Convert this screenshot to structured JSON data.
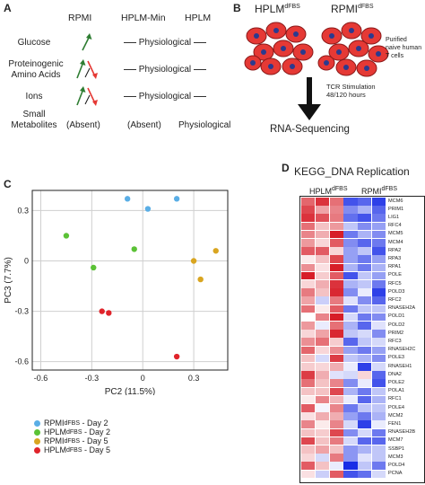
{
  "panel_a": {
    "letter": "A",
    "headers": [
      "RPMI",
      "HPLM-Min",
      "HPLM"
    ],
    "rows": [
      {
        "label": "Glucose",
        "arrows": "up",
        "hplm_min": "Physiological",
        "hplm": ""
      },
      {
        "label": "Proteinogenic\nAmino Acids",
        "arrows": "up-down",
        "hplm_min": "Physiological",
        "hplm": ""
      },
      {
        "label": "Ions",
        "arrows": "up-down",
        "hplm_min": "Physiological",
        "hplm": ""
      },
      {
        "label": "Small\nMetabolites",
        "rpmi_text": "(Absent)",
        "hplm_min": "(Absent)",
        "hplm": "Physiological"
      }
    ]
  },
  "panel_b": {
    "letter": "B",
    "left_label": "HPLM",
    "left_sup": "dFBS",
    "right_label": "RPMI",
    "right_sup": "dFBS",
    "purified_note": "Purified\nnaive human\nT cells",
    "stim_line1": "TCR Stimulation",
    "stim_line2": "48/120 hours",
    "result": "RNA-Sequencing",
    "colors": {
      "cell": "#e53935",
      "nucleus": "#2b3a8f"
    }
  },
  "panel_c": {
    "letter": "C",
    "xlabel": "PC2 (11.5%)",
    "ylabel": "PC3 (7.7%)",
    "legend": [
      {
        "prefix": "RPMI",
        "sup": "dFBS",
        "suffix": " - Day 2",
        "color": "#5aaee6"
      },
      {
        "prefix": "HPLM",
        "sup": "dFBS",
        "suffix": " - Day 2",
        "color": "#5bc236"
      },
      {
        "prefix": "RPMI",
        "sup": "dFBS",
        "suffix": " - Day 5",
        "color": "#d9a520"
      },
      {
        "prefix": "HPLM",
        "sup": "dFBS",
        "suffix": " - Day 5",
        "color": "#e0242b"
      }
    ]
  },
  "chart_data": {
    "type": "scatter",
    "xlabel": "PC2 (11.5%)",
    "ylabel": "PC3 (7.7%)",
    "xlim": [
      -0.65,
      0.5
    ],
    "ylim": [
      -0.65,
      0.42
    ],
    "xticks": [
      "-0.6",
      "-0.3",
      "0",
      "0.3"
    ],
    "xtick_values": [
      -0.6,
      -0.3,
      0,
      0.3
    ],
    "yticks": [
      "0.3",
      "0",
      "-0.3",
      "-0.6"
    ],
    "ytick_values": [
      0.3,
      0,
      -0.3,
      -0.6
    ],
    "grid": true,
    "legend_position": "bottom-left",
    "series": [
      {
        "name": "RPMIdFBS - Day 2",
        "color": "#5aaee6",
        "x": [
          -0.09,
          0.03,
          0.2
        ],
        "y": [
          0.37,
          0.31,
          0.37
        ]
      },
      {
        "name": "HPLMdFBS - Day 2",
        "color": "#5bc236",
        "x": [
          -0.45,
          -0.29,
          -0.05
        ],
        "y": [
          0.15,
          -0.04,
          0.07
        ]
      },
      {
        "name": "RPMIdFBS - Day 5",
        "color": "#d9a520",
        "x": [
          0.3,
          0.34,
          0.43
        ],
        "y": [
          0.0,
          -0.11,
          0.06
        ]
      },
      {
        "name": "HPLMdFBS - Day 5",
        "color": "#e0242b",
        "x": [
          -0.24,
          -0.2,
          0.2
        ],
        "y": [
          -0.3,
          -0.31,
          -0.57
        ]
      }
    ]
  },
  "panel_d": {
    "letter": "D",
    "title": "KEGG_DNA Replication",
    "group_left": "HPLM",
    "group_left_sup": "dFBS",
    "group_right": "RPMI",
    "group_right_sup": "dFBS",
    "genes": [
      "MCM6",
      "PRIM1",
      "LIG1",
      "RFC4",
      "MCM5",
      "MCM4",
      "RPA2",
      "RPA3",
      "RPA1",
      "POLE",
      "RFC5",
      "POLD3",
      "RFC2",
      "RNASEH2A",
      "POLD1",
      "POLD2",
      "PRIM2",
      "RFC3",
      "RNASEH2C",
      "POLE3",
      "RNASEH1",
      "DNA2",
      "POLE2",
      "POLA1",
      "RFC1",
      "POLE4",
      "MCM2",
      "FEN1",
      "RNASEH2B",
      "MCM7",
      "SSBP1",
      "MCM3",
      "POLD4",
      "PCNA"
    ],
    "heatmap": [
      [
        1.5,
        2,
        1.4,
        -1.8,
        -1.6,
        -2
      ],
      [
        1.8,
        0.9,
        1.2,
        -1.2,
        -0.8,
        -1.6
      ],
      [
        2,
        1.7,
        1.3,
        -1.5,
        -1.8,
        -1.4
      ],
      [
        1.4,
        0.6,
        1,
        -0.6,
        -1.2,
        -1
      ],
      [
        1.2,
        0.8,
        2.2,
        -1.4,
        -0.8,
        -1.2
      ],
      [
        1,
        0.4,
        1.6,
        -1.2,
        -1.6,
        -1.4
      ],
      [
        1.6,
        1.6,
        0.4,
        -1,
        -0.6,
        -1.8
      ],
      [
        0.2,
        0.6,
        1.8,
        -1,
        -1.4,
        -1
      ],
      [
        1.1,
        0.3,
        2.3,
        -0.8,
        -1.4,
        -0.8
      ],
      [
        2.2,
        0.5,
        1.6,
        -1.8,
        -0.6,
        -1
      ],
      [
        0.4,
        0.8,
        2,
        -0.8,
        -0.6,
        -1.4
      ],
      [
        1.3,
        0.6,
        2.1,
        -1.2,
        -0.2,
        -2
      ],
      [
        0.9,
        -0.5,
        1.3,
        -0.3,
        -1.2,
        -1.6
      ],
      [
        1.4,
        0.2,
        1.6,
        -1.4,
        -0.6,
        -0.6
      ],
      [
        0,
        1.2,
        2.2,
        -0.4,
        -1.4,
        -1.2
      ],
      [
        1,
        -0.2,
        1.4,
        -0.8,
        -1.6,
        -0.3
      ],
      [
        0.4,
        0.9,
        2.1,
        -0.6,
        -0.4,
        -1.2
      ],
      [
        1.1,
        1.4,
        0.5,
        -1.6,
        -0.6,
        -0.4
      ],
      [
        1.5,
        0.4,
        1.1,
        -1,
        -1.4,
        -1
      ],
      [
        0.6,
        -0.4,
        1.9,
        -0.6,
        -0.8,
        -1.2
      ],
      [
        0.5,
        0.4,
        0.8,
        -0.2,
        -2,
        -0.4
      ],
      [
        1.9,
        0.8,
        -0.3,
        -0.4,
        0.4,
        -1.6
      ],
      [
        1.4,
        0.6,
        1.2,
        -1.2,
        -0.2,
        -1.8
      ],
      [
        0.6,
        0.6,
        1.8,
        -0.8,
        -1.4,
        -0.6
      ],
      [
        0.2,
        1.2,
        0.7,
        -0.2,
        -1.6,
        -0.8
      ],
      [
        1.6,
        -0.1,
        1.2,
        -1.4,
        -0.6,
        -0.6
      ],
      [
        0.3,
        0.8,
        0.8,
        -1,
        -1.4,
        -0.8
      ],
      [
        1.2,
        0.2,
        1.2,
        -0.4,
        -2,
        -0.2
      ],
      [
        0.6,
        0.5,
        1.8,
        -1.2,
        -0.4,
        -1.4
      ],
      [
        1.8,
        0.6,
        1.3,
        -0.4,
        -1.6,
        -1.6
      ],
      [
        0.6,
        0.9,
        0.6,
        -1.1,
        -0.8,
        -0.6
      ],
      [
        0.4,
        -0.4,
        1.3,
        -1.1,
        -0.3,
        -0.6
      ],
      [
        1.6,
        0.6,
        -0.2,
        -2.2,
        -0.6,
        -1.4
      ],
      [
        0.3,
        -0.5,
        1.6,
        -1.8,
        -1.5,
        -0.4
      ]
    ]
  }
}
